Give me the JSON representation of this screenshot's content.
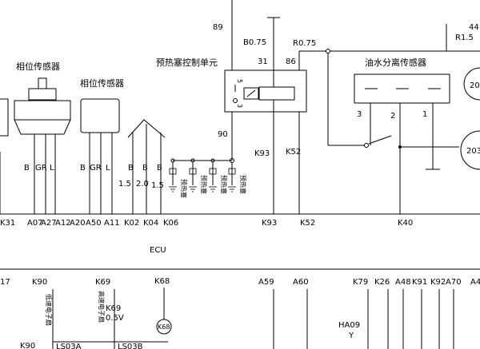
{
  "components": {
    "phase_sensor_1": "相位传感器",
    "phase_sensor_2": "相位传感器",
    "preheat_unit": "预热塞控制单元",
    "water_sep": "油水分离传感器",
    "ecu": "ECU",
    "glow_plug": "预热塞",
    "low_fan_clutch": "低速电子扇",
    "high_fan_clutch": "高速电子扇"
  },
  "wires": {
    "w89": "89",
    "b075": "B0.75",
    "r075": "R0.75",
    "r15": "R1.5",
    "w44": "44",
    "w31": "31",
    "w86": "86",
    "w90": "90",
    "k93a": "K93",
    "k52a": "K52",
    "pin5": "5",
    "pin3": "3",
    "ws3": "3",
    "ws2": "2",
    "ws1": "1",
    "circ20": "20",
    "circ203": "203"
  },
  "sensor_wires": {
    "s1": [
      "B",
      "GR",
      "L"
    ],
    "s2": [
      "B",
      "GR",
      "L"
    ],
    "mid": [
      "B",
      "B",
      "B"
    ],
    "mid_sizes": [
      "1.5",
      "2.0",
      "1.5"
    ]
  },
  "ecu_pins_top": [
    "K31",
    "A07",
    "A27",
    "A12",
    "A20",
    "A50",
    "A11",
    "K02",
    "K04",
    "K06",
    "K93",
    "K52",
    "K40"
  ],
  "lower": {
    "k17": "17",
    "k90": "K90",
    "k69": "K69",
    "k68": "K68",
    "a59": "A59",
    "a60": "A60",
    "k79": "K79",
    "k26": "K26",
    "a48": "A48",
    "k91": "K91",
    "k92": "K92",
    "a70": "A70",
    "a4": "A4",
    "k69b": "K69",
    "v05": "0.5V",
    "k68circ": "K68",
    "ha09": "HA09",
    "y": "Y",
    "k90b": "K90",
    "ls03a": "LS03A",
    "ls03b": "LS03B"
  }
}
